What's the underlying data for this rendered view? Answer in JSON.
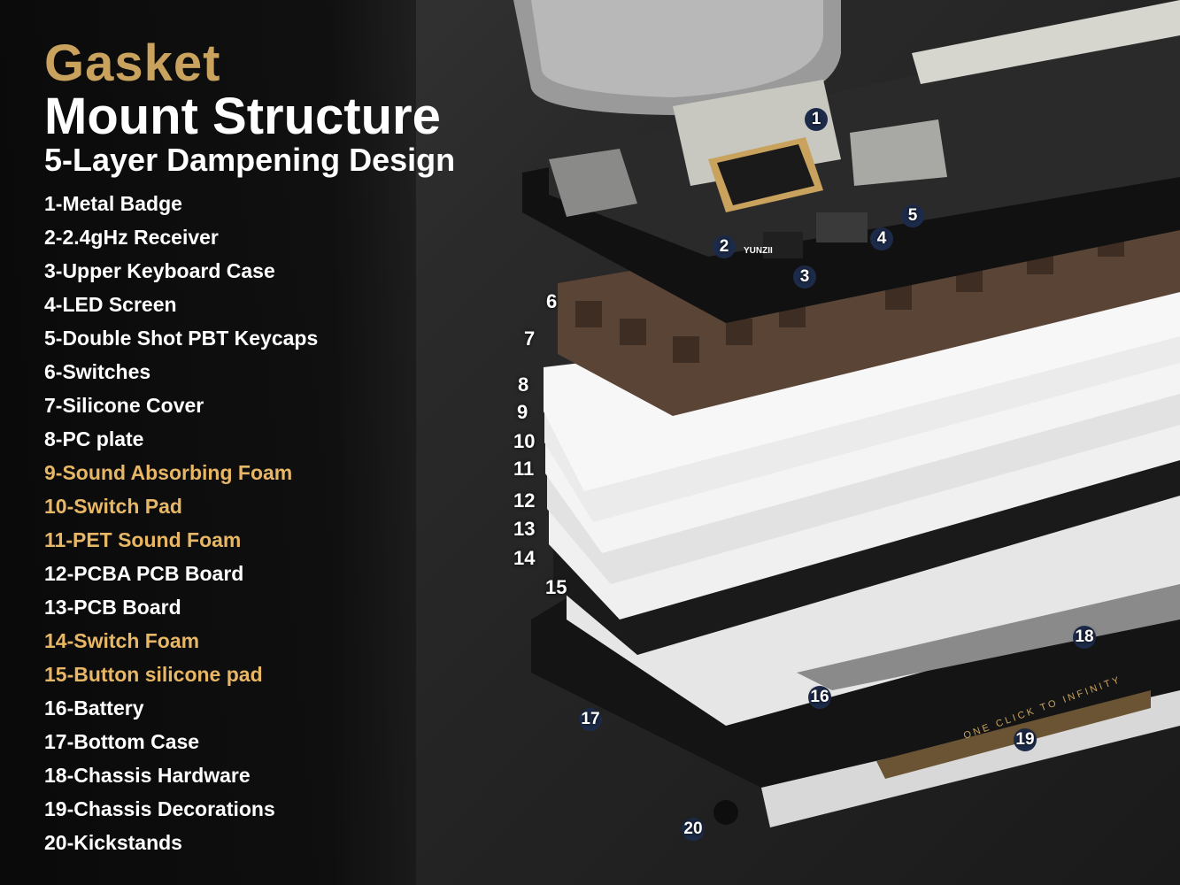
{
  "title": {
    "line1": "Gasket",
    "line2": "Mount Structure",
    "subtitle": "5-Layer Dampening Design"
  },
  "parts": [
    {
      "label": "1-Metal Badge",
      "highlight": false
    },
    {
      "label": "2-2.4gHz Receiver",
      "highlight": false
    },
    {
      "label": "3-Upper Keyboard Case",
      "highlight": false
    },
    {
      "label": "4-LED Screen",
      "highlight": false
    },
    {
      "label": "5-Double Shot PBT Keycaps",
      "highlight": false
    },
    {
      "label": "6-Switches",
      "highlight": false
    },
    {
      "label": "7-Silicone Cover",
      "highlight": false
    },
    {
      "label": "8-PC plate",
      "highlight": false
    },
    {
      "label": "9-Sound Absorbing Foam",
      "highlight": true
    },
    {
      "label": "10-Switch Pad",
      "highlight": true
    },
    {
      "label": "11-PET Sound Foam",
      "highlight": true
    },
    {
      "label": "12-PCBA  PCB Board",
      "highlight": false
    },
    {
      "label": "13-PCB Board",
      "highlight": false
    },
    {
      "label": "14-Switch Foam",
      "highlight": true
    },
    {
      "label": "15-Button silicone pad",
      "highlight": true
    },
    {
      "label": "16-Battery",
      "highlight": false
    },
    {
      "label": "17-Bottom Case",
      "highlight": false
    },
    {
      "label": "18-Chassis Hardware",
      "highlight": false
    },
    {
      "label": "19-Chassis Decorations",
      "highlight": false
    },
    {
      "label": "20-Kickstands",
      "highlight": false
    }
  ],
  "callouts": [
    "1",
    "2",
    "3",
    "4",
    "5",
    "6",
    "7",
    "8",
    "9",
    "10",
    "11",
    "12",
    "13",
    "14",
    "15",
    "16",
    "17",
    "18",
    "19",
    "20"
  ],
  "keyboard": {
    "brand": "YUNZII",
    "chassis_text": "ONE CLICK TO INFINITY"
  },
  "colors": {
    "gold": "#c9a25d",
    "highlight": "#e8b765",
    "badge_bg": "#1d2b4a"
  }
}
